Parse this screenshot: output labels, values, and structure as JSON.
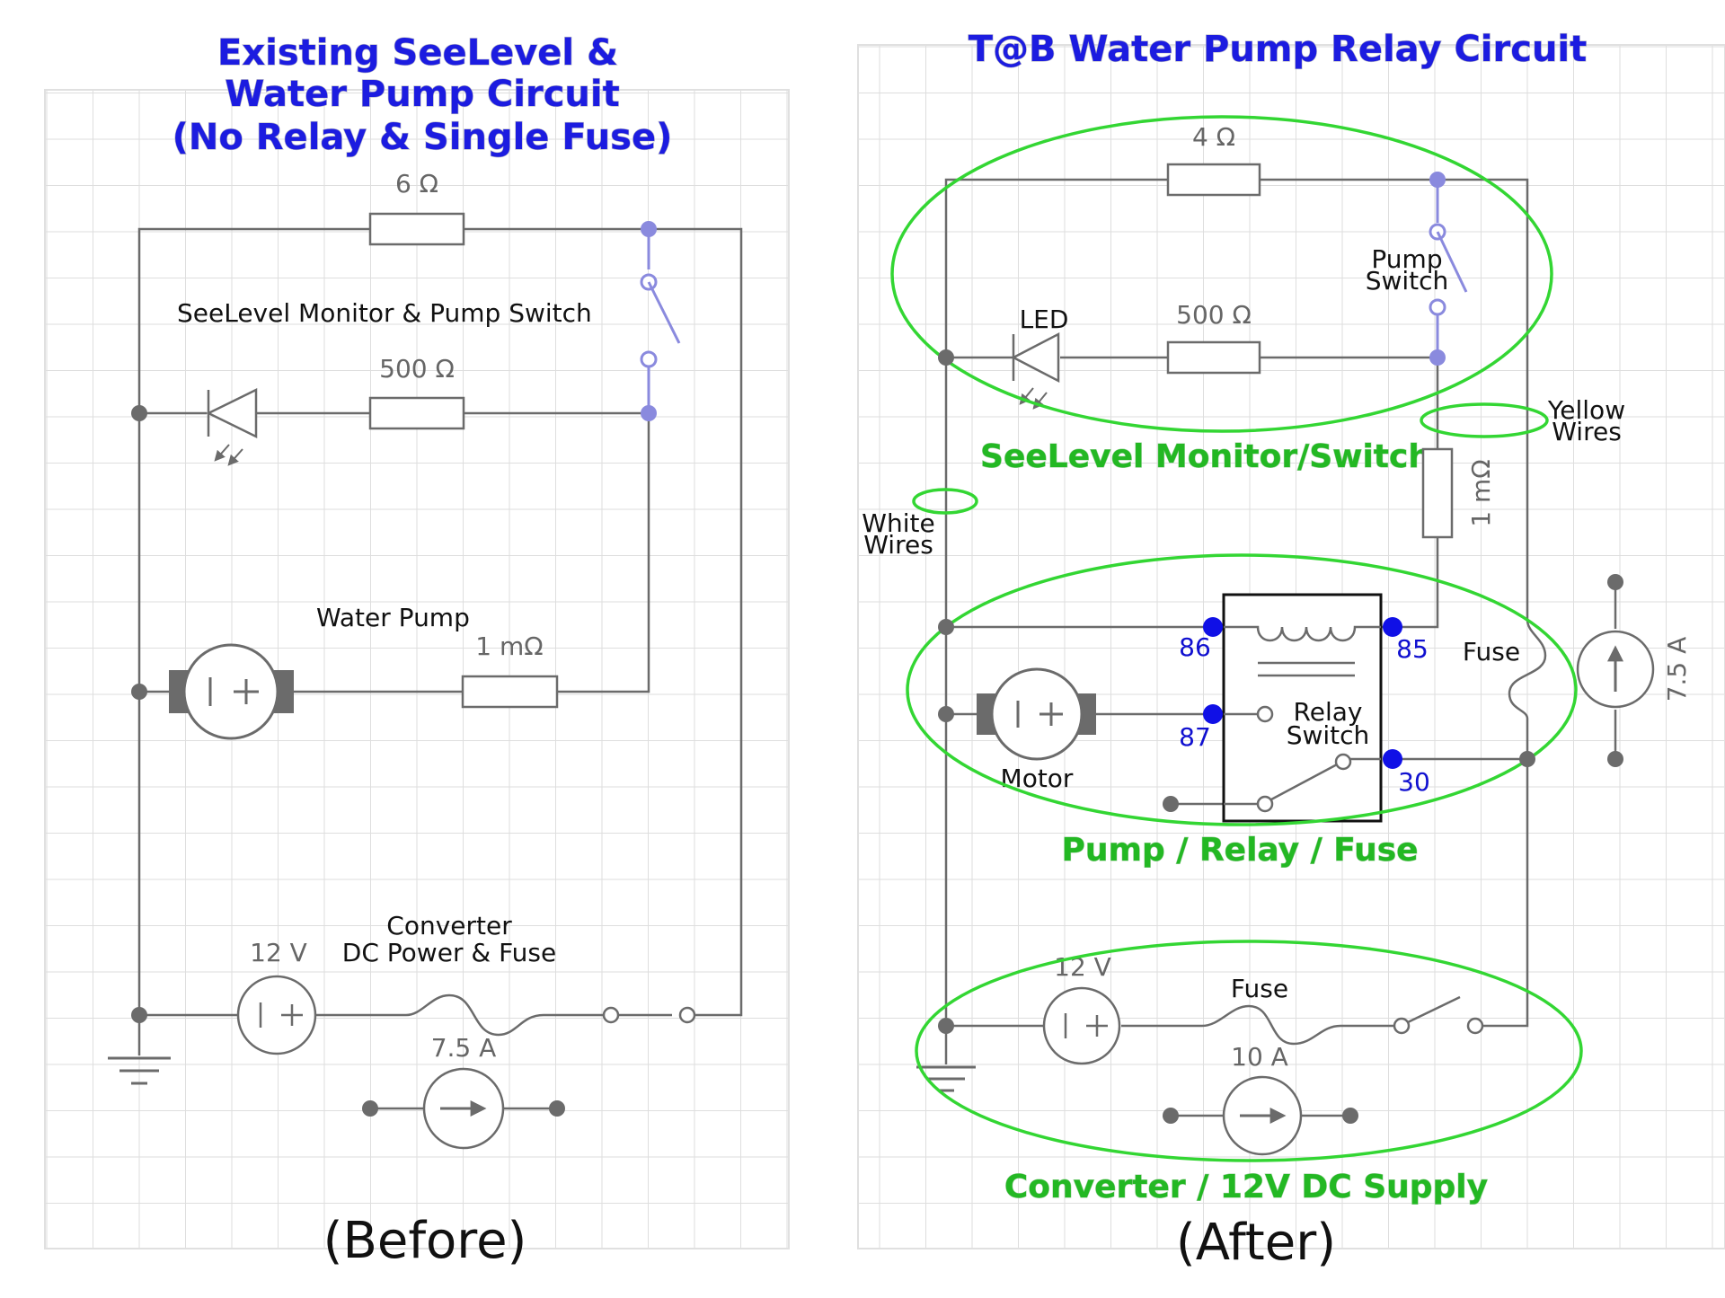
{
  "before": {
    "title": [
      "Existing SeeLevel &",
      "Water Pump Circuit",
      "(No Relay & Single Fuse)"
    ],
    "resistor_top": "6 Ω",
    "monitor_label": "SeeLevel Monitor & Pump Switch",
    "resistor_led": "500 Ω",
    "pump_label": "Water Pump",
    "resistor_pump": "1 mΩ",
    "supply_voltage": "12 V",
    "converter_label": [
      "Converter",
      "DC Power & Fuse"
    ],
    "fuse_current": "7.5 A",
    "caption": "(Before)"
  },
  "after": {
    "title": "T@B Water Pump Relay Circuit",
    "resistor_top": "4 Ω",
    "pump_switch_label": [
      "Pump",
      "Switch"
    ],
    "led_label": "LED",
    "resistor_led": "500 Ω",
    "group_monitor": "SeeLevel Monitor/Switch",
    "yellow_wires": [
      "Yellow",
      "Wires"
    ],
    "white_wires": [
      "White",
      "Wires"
    ],
    "resistor_wire": "1 mΩ",
    "pins": [
      "86",
      "85",
      "87",
      "30"
    ],
    "relay_label": [
      "Relay",
      "Switch"
    ],
    "motor_label": "Motor",
    "fuse_label": "Fuse",
    "side_source": "7.5 A",
    "group_relay": "Pump / Relay / Fuse",
    "supply_voltage": "12 V",
    "supply_fuse_label": "Fuse",
    "supply_current": "10 A",
    "group_supply": "Converter / 12V DC Supply",
    "caption": "(After)"
  },
  "colors": {
    "title": "#1c1ce0",
    "group_outline": "#33d633",
    "pin_dot": "#1010e6",
    "switch": "#8a8ade",
    "wire": "#6b6b6b"
  }
}
